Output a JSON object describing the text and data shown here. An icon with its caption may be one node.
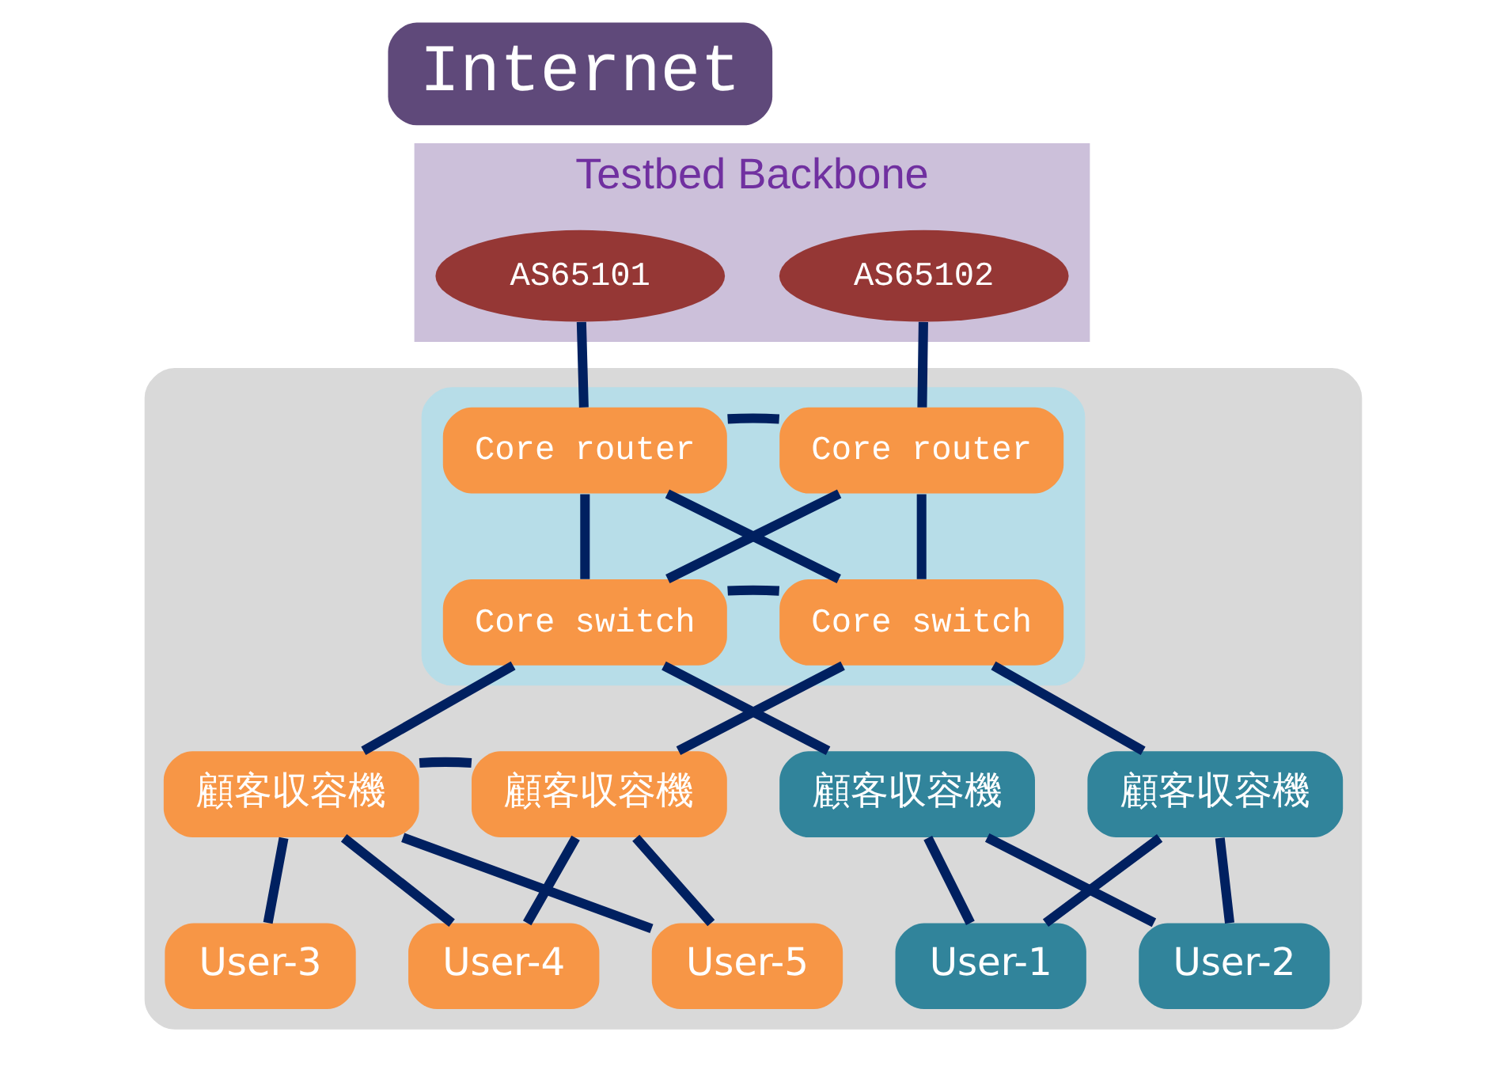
{
  "diagram": {
    "nodes": [
      {
        "text": [
          "Internet"
        ]
      },
      {
        "text": [
          "Testbed Backbone"
        ]
      },
      {
        "text": [
          "AS65101"
        ],
        "in": 1
      },
      {
        "text": [
          "AS65102"
        ],
        "in": 1
      },
      {
        "text": [],
        "shape": "box"
      },
      {
        "text": [],
        "shape": "box",
        "in": 4
      },
      {
        "text": [
          "Core router"
        ],
        "in": 5
      },
      {
        "text": [
          "Core router"
        ],
        "in": 5
      },
      {
        "text": [
          "Core switch"
        ],
        "in": 5
      },
      {
        "text": [
          "Core switch"
        ],
        "in": 5
      },
      {
        "text": [
          "顧客収容機"
        ],
        "in": 4
      },
      {
        "text": [
          "顧客収容機"
        ],
        "in": 4
      },
      {
        "text": [
          "顧客収容機"
        ],
        "in": 4
      },
      {
        "text": [
          "顧客収容機"
        ],
        "in": 4
      },
      {
        "text": [
          "User-1"
        ],
        "in": 4
      },
      {
        "text": [
          "User-2"
        ],
        "in": 4
      },
      {
        "text": [
          "User-3"
        ],
        "in": 4
      },
      {
        "text": [
          "User-4"
        ],
        "in": 4
      },
      {
        "text": [
          "User-5"
        ],
        "in": 4
      }
    ],
    "edges": [
      {
        "from": 2,
        "to": 6,
        "arrow": "none"
      },
      {
        "from": 3,
        "to": 7,
        "arrow": "none"
      },
      {
        "from": 6,
        "to": 7,
        "arrow": "none"
      },
      {
        "from": 6,
        "to": 8,
        "arrow": "none"
      },
      {
        "from": 6,
        "to": 9,
        "arrow": "none"
      },
      {
        "from": 7,
        "to": 8,
        "arrow": "none"
      },
      {
        "from": 7,
        "to": 9,
        "arrow": "none"
      },
      {
        "from": 8,
        "to": 9,
        "arrow": "none"
      },
      {
        "from": 8,
        "to": 11,
        "arrow": "none"
      },
      {
        "from": 8,
        "to": 12,
        "arrow": "none"
      },
      {
        "from": 9,
        "to": 10,
        "arrow": "none"
      },
      {
        "from": 9,
        "to": 13,
        "arrow": "none"
      },
      {
        "from": 12,
        "to": 13,
        "arrow": "none"
      },
      {
        "from": 10,
        "to": 14,
        "arrow": "none"
      },
      {
        "from": 10,
        "to": 15,
        "arrow": "none"
      },
      {
        "from": 11,
        "to": 14,
        "arrow": "none"
      },
      {
        "from": 11,
        "to": 15,
        "arrow": "none"
      },
      {
        "from": 12,
        "to": 16,
        "arrow": "none"
      },
      {
        "from": 12,
        "to": 17,
        "arrow": "none"
      },
      {
        "from": 12,
        "to": 18,
        "arrow": "none"
      },
      {
        "from": 13,
        "to": 17,
        "arrow": "none"
      },
      {
        "from": 13,
        "to": 18,
        "arrow": "none"
      }
    ]
  }
}
